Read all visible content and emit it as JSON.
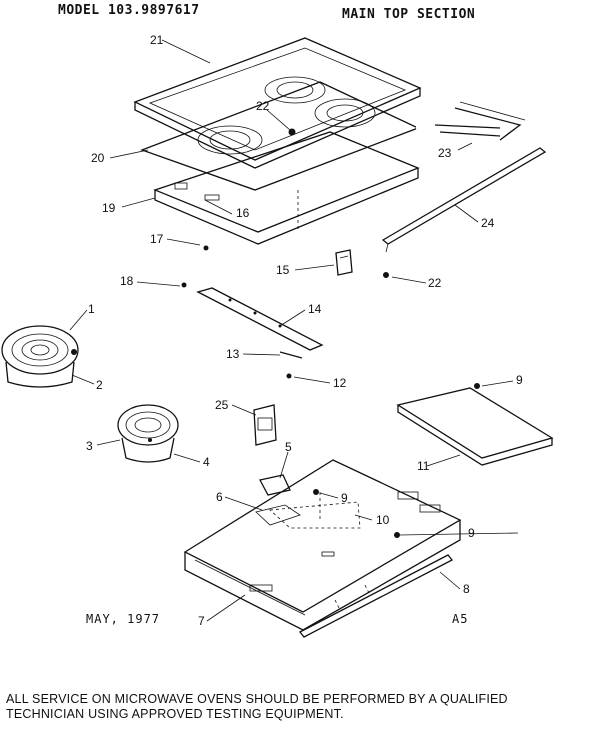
{
  "header": {
    "model": "MODEL 103.9897617",
    "section": "MAIN TOP SECTION"
  },
  "diagram": {
    "date": "MAY, 1977",
    "page_code": "A5",
    "callouts": [
      "21",
      "22",
      "23",
      "20",
      "19",
      "16",
      "17",
      "24",
      "15",
      "22",
      "18",
      "14",
      "13",
      "12",
      "1",
      "2",
      "25",
      "9",
      "3",
      "4",
      "11",
      "5",
      "6",
      "9",
      "10",
      "9",
      "8",
      "7"
    ]
  },
  "footer": {
    "line1": "ALL SERVICE ON MICROWAVE OVENS SHOULD BE PERFORMED BY A QUALIFIED",
    "line2": "TECHNICIAN USING APPROVED TESTING EQUIPMENT."
  }
}
